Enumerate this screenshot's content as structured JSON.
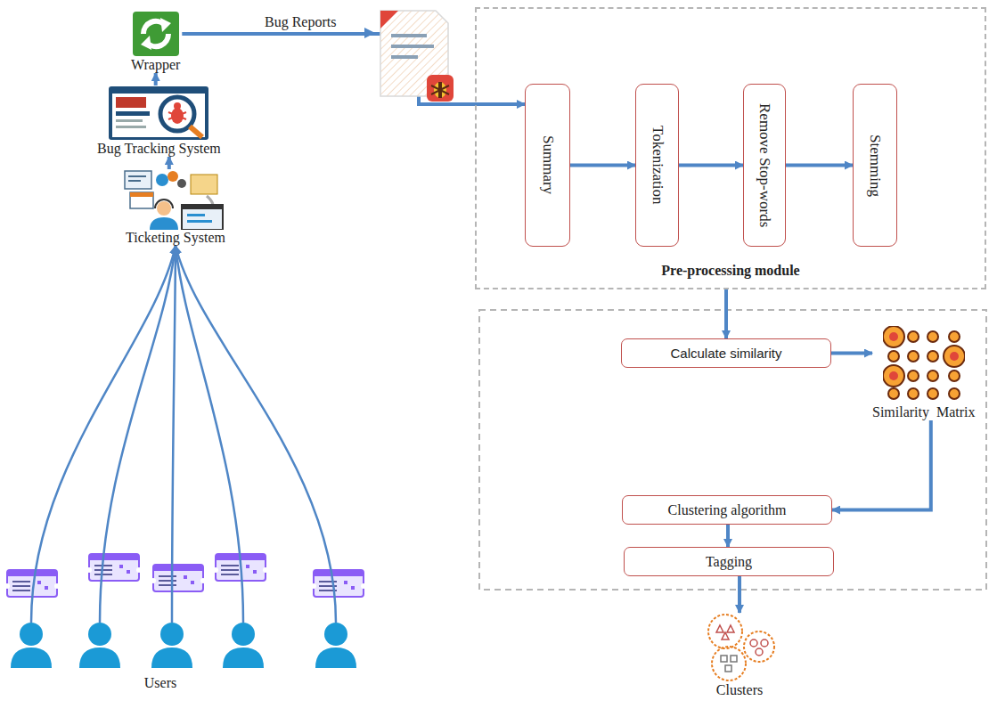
{
  "diagram": {
    "nodes": [
      {
        "text": [
          "Users"
        ]
      },
      {
        "text": [
          "Ticketing System"
        ]
      },
      {
        "text": [
          "Bug Tracking System"
        ]
      },
      {
        "text": [
          "Wrapper"
        ]
      },
      {
        "text": [
          "Pre-processing module"
        ]
      },
      {
        "text": [
          "Summary"
        ],
        "in": 4
      },
      {
        "text": [
          "Tokenization"
        ],
        "in": 4
      },
      {
        "text": [
          "Remove Stop-words"
        ],
        "in": 4
      },
      {
        "text": [
          "Stemming"
        ],
        "in": 4
      },
      {
        "text": [
          "Calculate similarity"
        ]
      },
      {
        "text": [
          "Similarity  Matrix"
        ]
      },
      {
        "text": [
          "Clustering algorithm"
        ]
      },
      {
        "text": [
          "Tagging"
        ]
      },
      {
        "text": [
          "Clusters"
        ]
      }
    ],
    "edges": [
      {
        "from": 0,
        "to": 1,
        "arrow": "to"
      },
      {
        "from": 1,
        "to": 2,
        "arrow": "to"
      },
      {
        "from": 2,
        "to": 3,
        "arrow": "to"
      },
      {
        "from": 3,
        "to": 5,
        "label": "Bug Reports",
        "arrow": "to"
      },
      {
        "from": 5,
        "to": 6,
        "arrow": "to"
      },
      {
        "from": 6,
        "to": 7,
        "arrow": "to"
      },
      {
        "from": 7,
        "to": 8,
        "arrow": "to"
      },
      {
        "from": 4,
        "to": 9,
        "arrow": "to"
      },
      {
        "from": 9,
        "to": 10,
        "arrow": "to"
      },
      {
        "from": 10,
        "to": 11,
        "arrow": "to"
      },
      {
        "from": 11,
        "to": 12,
        "arrow": "to"
      },
      {
        "from": 12,
        "to": 13,
        "arrow": "to"
      }
    ]
  }
}
